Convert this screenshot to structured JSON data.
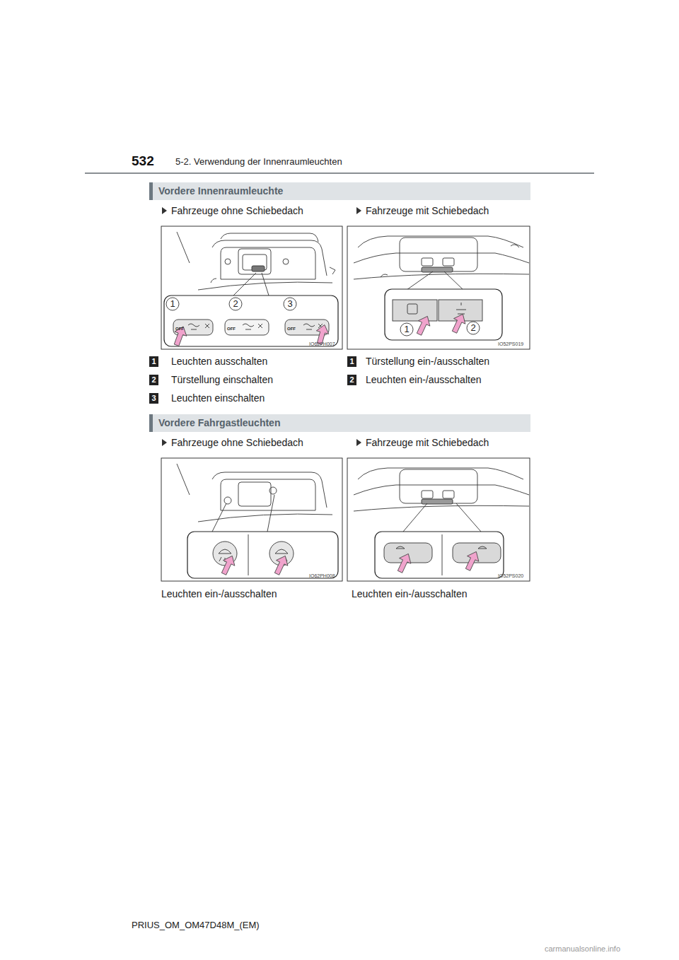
{
  "diagram": {
    "nodes": [
      {
        "text": [
          "Vordere Innenraumleuchte"
        ]
      },
      {
        "text": [
          "Vordere Fahrgastleuchten"
        ]
      }
    ],
    "edges": [],
    "labels": [
      "532",
      "5-2. Verwendung der Innenraumleuchten",
      "Fahrzeuge ohne Schiebedach",
      "Fahrzeuge mit Schiebedach",
      "1",
      "2",
      "3",
      "OFF",
      "OFF",
      "OFF",
      "IO62PH007",
      "1",
      "2",
      "IO52PS019",
      "1",
      "Leuchten ausschalten",
      "2",
      "Türstellung einschalten",
      "3",
      "Leuchten einschalten",
      "1",
      "Türstellung ein-/ausschalten",
      "2",
      "Leuchten ein-/ausschalten",
      "Fahrzeuge ohne Schiebedach",
      "Fahrzeuge mit Schiebedach",
      "IO62PH008",
      "IO52PS020",
      "Leuchten ein-/ausschalten",
      "Leuchten ein-/ausschalten",
      "PRIUS_OM_OM47D48M_(EM)",
      "carmanualsonline.info"
    ]
  }
}
